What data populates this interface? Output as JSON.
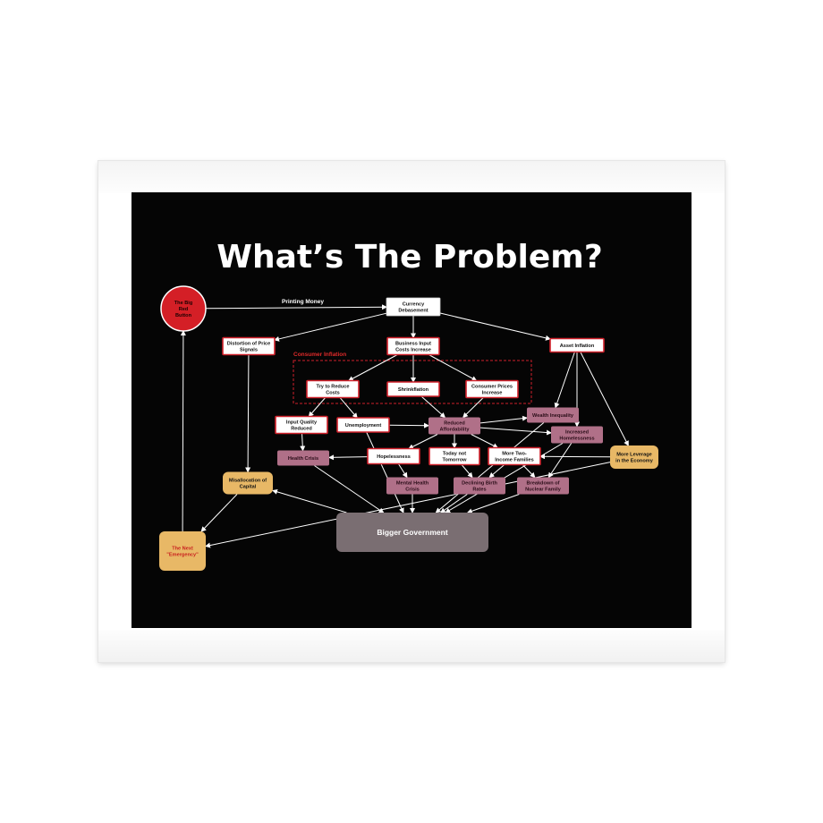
{
  "poster": {
    "title": "What’s The Problem?"
  },
  "colors": {
    "background": "#050505",
    "white_box_fill": "#ffffff",
    "white_box_border": "#d0202a",
    "mauve_box": "#b07088",
    "red_circle": "#d41f26",
    "tan_box": "#e8b866",
    "big_gov_box": "#7a6e72",
    "red_label": "#e02a2a",
    "arrow": "#ffffff"
  },
  "nodes": {
    "big_red_button": {
      "lines": [
        "The Big",
        "Red",
        "Button"
      ]
    },
    "currency_debasement": {
      "lines": [
        "Currency",
        "Debasement"
      ]
    },
    "distortion_price_signals": {
      "lines": [
        "Distortion of Price",
        "Signals"
      ]
    },
    "business_input_costs": {
      "lines": [
        "Business Input",
        "Costs Increase"
      ]
    },
    "asset_inflation": {
      "lines": [
        "Asset Inflation"
      ]
    },
    "try_reduce_costs": {
      "lines": [
        "Try to Reduce",
        "Costs"
      ]
    },
    "shrinkflation": {
      "lines": [
        "Shrinkflation"
      ]
    },
    "consumer_prices": {
      "lines": [
        "Consumer Prices",
        "Increase"
      ]
    },
    "input_quality_reduced": {
      "lines": [
        "Input Quality",
        "Reduced"
      ]
    },
    "unemployment": {
      "lines": [
        "Unemployment"
      ]
    },
    "reduced_affordability": {
      "lines": [
        "Reduced",
        "Affordability"
      ]
    },
    "wealth_inequality": {
      "lines": [
        "Wealth Inequality"
      ]
    },
    "increased_homelessness": {
      "lines": [
        "Increased",
        "Homelessness"
      ]
    },
    "health_crisis": {
      "lines": [
        "Health Crisis"
      ]
    },
    "hopelessness": {
      "lines": [
        "Hopelessness"
      ]
    },
    "today_not_tomorrow": {
      "lines": [
        "Today not",
        "Tomorrow"
      ]
    },
    "more_two_income": {
      "lines": [
        "More Two-",
        "Income Families"
      ]
    },
    "more_leverage": {
      "lines": [
        "More Leverage",
        "in the Economy"
      ]
    },
    "misallocation_capital": {
      "lines": [
        "Misallocation of",
        "Capital"
      ]
    },
    "mental_health_crisis": {
      "lines": [
        "Mental Health",
        "Crisis"
      ]
    },
    "declining_birth_rates": {
      "lines": [
        "Declining Birth",
        "Rates"
      ]
    },
    "breakdown_nuclear_family": {
      "lines": [
        "Breakdown of",
        "Nuclear Family"
      ]
    },
    "bigger_government": {
      "lines": [
        "Bigger Government"
      ]
    },
    "next_emergency": {
      "lines": [
        "The Next",
        "\"Emergency\""
      ]
    }
  },
  "labels": {
    "printing_money": "Printing Money",
    "consumer_inflation": "Consumer Inflation"
  },
  "edges": [
    [
      "big_red_button",
      "currency_debasement"
    ],
    [
      "currency_debasement",
      "distortion_price_signals"
    ],
    [
      "currency_debasement",
      "business_input_costs"
    ],
    [
      "currency_debasement",
      "asset_inflation"
    ],
    [
      "business_input_costs",
      "try_reduce_costs"
    ],
    [
      "business_input_costs",
      "shrinkflation"
    ],
    [
      "business_input_costs",
      "consumer_prices"
    ],
    [
      "try_reduce_costs",
      "input_quality_reduced"
    ],
    [
      "try_reduce_costs",
      "unemployment"
    ],
    [
      "shrinkflation",
      "reduced_affordability"
    ],
    [
      "consumer_prices",
      "reduced_affordability"
    ],
    [
      "unemployment",
      "reduced_affordability"
    ],
    [
      "reduced_affordability",
      "wealth_inequality"
    ],
    [
      "reduced_affordability",
      "increased_homelessness"
    ],
    [
      "reduced_affordability",
      "hopelessness"
    ],
    [
      "reduced_affordability",
      "today_not_tomorrow"
    ],
    [
      "reduced_affordability",
      "more_two_income"
    ],
    [
      "asset_inflation",
      "wealth_inequality"
    ],
    [
      "asset_inflation",
      "increased_homelessness"
    ],
    [
      "asset_inflation",
      "more_leverage"
    ],
    [
      "input_quality_reduced",
      "health_crisis"
    ],
    [
      "hopelessness",
      "health_crisis"
    ],
    [
      "hopelessness",
      "mental_health_crisis"
    ],
    [
      "today_not_tomorrow",
      "declining_birth_rates"
    ],
    [
      "more_two_income",
      "declining_birth_rates"
    ],
    [
      "more_two_income",
      "breakdown_nuclear_family"
    ],
    [
      "more_leverage",
      "more_two_income"
    ],
    [
      "increased_homelessness",
      "breakdown_nuclear_family"
    ],
    [
      "distortion_price_signals",
      "misallocation_capital"
    ],
    [
      "health_crisis",
      "bigger_government"
    ],
    [
      "unemployment",
      "bigger_government"
    ],
    [
      "mental_health_crisis",
      "bigger_government"
    ],
    [
      "declining_birth_rates",
      "bigger_government"
    ],
    [
      "breakdown_nuclear_family",
      "bigger_government"
    ],
    [
      "increased_homelessness",
      "bigger_government"
    ],
    [
      "wealth_inequality",
      "bigger_government"
    ],
    [
      "bigger_government",
      "misallocation_capital"
    ],
    [
      "misallocation_capital",
      "next_emergency"
    ],
    [
      "more_leverage",
      "next_emergency"
    ],
    [
      "next_emergency",
      "big_red_button"
    ]
  ]
}
